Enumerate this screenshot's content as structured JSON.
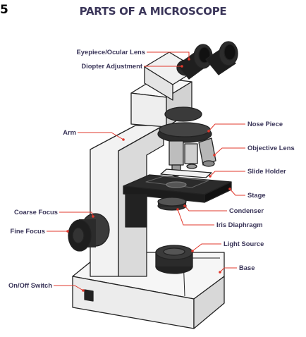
{
  "title": "PARTS OF A MICROSCOPE",
  "corner_glyph": "5",
  "colors": {
    "label": "#3a3559",
    "leader": "#e2382c",
    "outline": "#222222",
    "body": "#f2f2f2",
    "shade": "#d6d6d6"
  },
  "labels": {
    "eyepiece": "Eyepiece/Ocular Lens",
    "diopter": "Diopter Adjustment",
    "arm": "Arm",
    "nose_piece": "Nose Piece",
    "objective_lens": "Objective Lens",
    "slide_holder": "Slide Holder",
    "stage": "Stage",
    "condenser": "Condenser",
    "iris_diaphragm": "Iris Diaphragm",
    "coarse_focus": "Coarse Focus",
    "fine_focus": "Fine Focus",
    "light_source": "Light Source",
    "base": "Base",
    "onoff_switch": "On/Off Switch"
  }
}
